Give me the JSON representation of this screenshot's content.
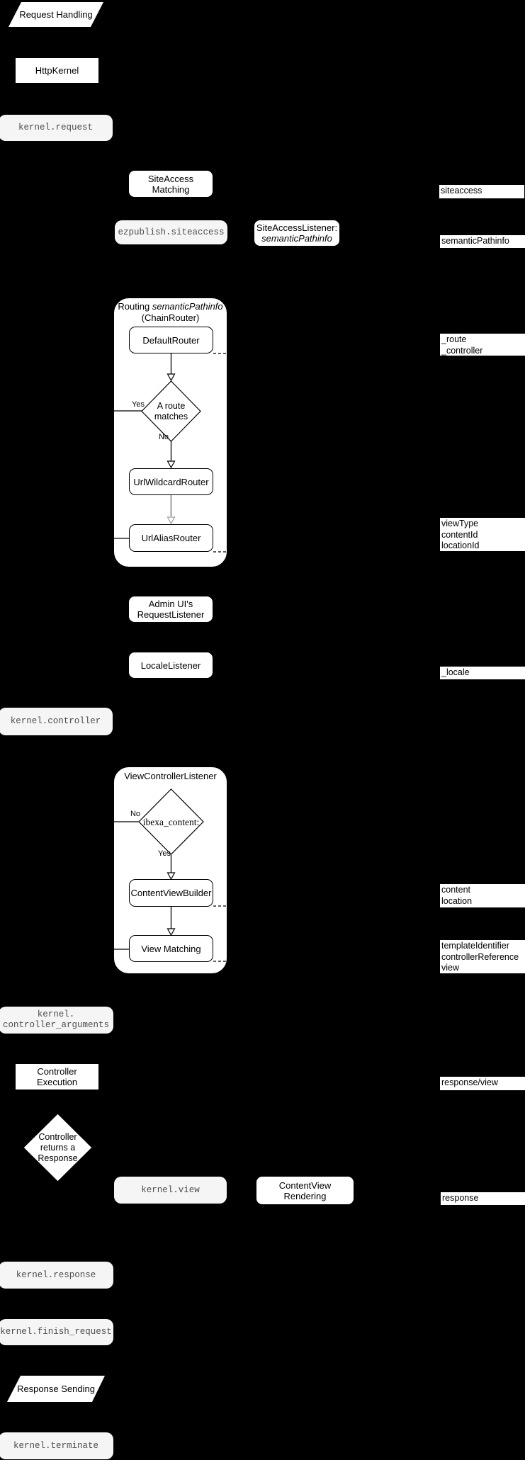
{
  "colors": {
    "background": "#000000",
    "node_fill": "#ffffff",
    "node_border": "#000000",
    "event_fill": "#f5f5f5",
    "event_text": "#4d4d4d",
    "gray_arrow": "#9e9e9e"
  },
  "nodes": {
    "request_handling": {
      "label": "Request Handling"
    },
    "http_kernel": {
      "label": "HttpKernel"
    },
    "kernel_request": {
      "label": "kernel.request"
    },
    "siteaccess_matching": {
      "label": "SiteAccess Matching"
    },
    "ezpublish_siteaccess": {
      "label": "ezpublish.siteaccess"
    },
    "siteaccess_listener": {
      "line1": "SiteAccessListener:",
      "line2": "semanticPathinfo"
    },
    "routing_container": {
      "title_normal": "Routing ",
      "title_italic": "semanticPathinfo",
      "title_line2": "(ChainRouter)"
    },
    "default_router": {
      "label": "DefaultRouter"
    },
    "route_matches": {
      "line1": "A route",
      "line2": "matches",
      "yes": "Yes",
      "no": "No"
    },
    "url_wildcard_router": {
      "label": "UrlWildcardRouter"
    },
    "url_alias_router": {
      "label": "UrlAliasRouter"
    },
    "admin_request_listener": {
      "line1": "Admin UI's",
      "line2": "RequestListener"
    },
    "locale_listener": {
      "label": "LocaleListener"
    },
    "kernel_controller": {
      "label": "kernel.controller"
    },
    "view_controller_listener": {
      "title": "ViewControllerListener"
    },
    "ibexa_content": {
      "label": "ibexa_content:",
      "yes": "Yes",
      "no": "No"
    },
    "content_view_builder": {
      "label": "ContentViewBuilder"
    },
    "view_matching": {
      "label": "View Matching"
    },
    "kernel_controller_arguments": {
      "line1": "kernel.",
      "line2": "controller_arguments"
    },
    "controller_execution": {
      "label": "Controller Execution"
    },
    "controller_returns_response": {
      "line1": "Controller",
      "line2": "returns a",
      "line3": "Response"
    },
    "kernel_view": {
      "label": "kernel.view"
    },
    "contentview_rendering": {
      "label": "ContentView Rendering"
    },
    "kernel_response": {
      "label": "kernel.response"
    },
    "kernel_finish_request": {
      "label": "kernel.finish_request"
    },
    "response_sending": {
      "label": "Response Sending"
    },
    "kernel_terminate": {
      "label": "kernel.terminate"
    }
  },
  "side_labels": {
    "siteaccess": "siteaccess",
    "semantic_pathinfo": "semanticPathinfo",
    "route_controller": [
      "_route",
      "_controller"
    ],
    "view_params": [
      "viewType",
      "contentId",
      "locationId"
    ],
    "locale": "_locale",
    "content_location": [
      "content",
      "location"
    ],
    "template_params": [
      "templateIdentifier",
      "controllerReference",
      "view"
    ],
    "response_view": "response/view",
    "response": "response"
  }
}
